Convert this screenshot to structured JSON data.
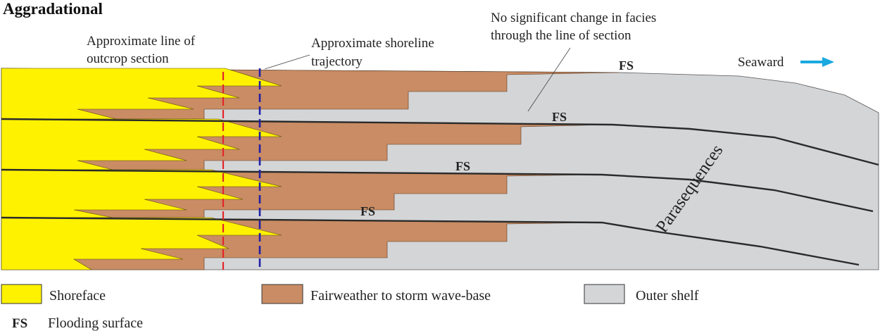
{
  "title": "Aggradational",
  "labels": {
    "outcrop_line_1": "Approximate line of",
    "outcrop_line_2": "outcrop section",
    "shoreline_1": "Approximate shoreline",
    "shoreline_2": "trajectory",
    "no_change_1": "No significant change in facies",
    "no_change_2": "through the line of section",
    "seaward": "Seaward",
    "parasequences": "Parasequences",
    "fs_1": "FS",
    "fs_2": "FS",
    "fs_3": "FS",
    "fs_4": "FS"
  },
  "legend": {
    "shoreface": "Shoreface",
    "fairweather": "Fairweather to storm wave-base",
    "outer_shelf": "Outer shelf",
    "fs_abbrev": "FS",
    "fs_desc": "Flooding surface"
  },
  "colors": {
    "shoreface": "#FFF200",
    "fairweather": "#C98C64",
    "outer_shelf": "#D4D5D7",
    "outcrop_line": "#E3262A",
    "shoreline_line": "#1F1FA8",
    "seaward_arrow": "#1AA9E0"
  }
}
